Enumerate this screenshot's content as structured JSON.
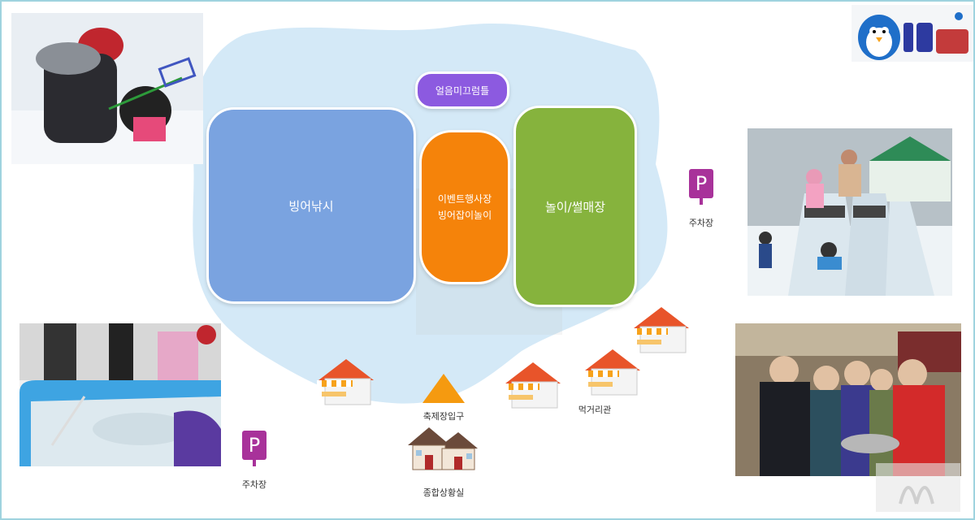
{
  "zones": {
    "tunnel": "얼음미끄럼틀",
    "fishing": "빙어낚시",
    "event_line1": "이벤트행사장",
    "event_line2": "빙어잡이놀이",
    "play": "놀이/썰매장"
  },
  "labels": {
    "parking_right": "주차장",
    "parking_left": "주차장",
    "entrance": "축제장입구",
    "food": "먹거리관",
    "office": "종합상황실"
  },
  "badges": {
    "parking_symbol": "P"
  },
  "colors": {
    "lake": "#d4e9f7",
    "fishing_zone": "#7aa3e0",
    "event_zone": "#f5830a",
    "play_zone": "#86b33d",
    "tunnel_zone": "#8c5ae0",
    "parking": "#a8329a",
    "frame_border": "#9fd3df"
  },
  "photos": [
    {
      "name": "ice-fishing-photo",
      "description_icon": "photo-icon"
    },
    {
      "name": "ice-slide-photo",
      "description_icon": "photo-icon"
    },
    {
      "name": "smelt-catching-pool-photo",
      "description_icon": "photo-icon"
    },
    {
      "name": "festival-visitors-photo",
      "description_icon": "photo-icon"
    }
  ]
}
